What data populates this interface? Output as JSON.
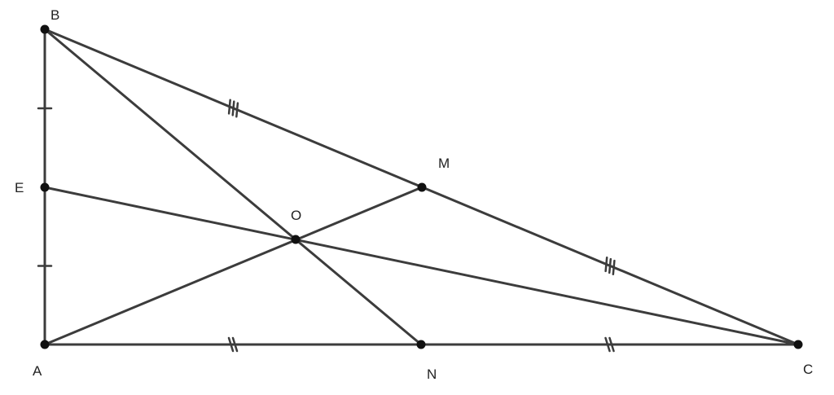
{
  "points": [
    {
      "id": "A",
      "label": "A"
    },
    {
      "id": "B",
      "label": "B"
    },
    {
      "id": "C",
      "label": "C"
    },
    {
      "id": "M",
      "label": "M"
    },
    {
      "id": "N",
      "label": "N"
    },
    {
      "id": "E",
      "label": "E"
    },
    {
      "id": "O",
      "label": "O"
    }
  ],
  "segments": [
    {
      "from": "A",
      "to": "B"
    },
    {
      "from": "A",
      "to": "C"
    },
    {
      "from": "B",
      "to": "C"
    },
    {
      "from": "B",
      "to": "N"
    },
    {
      "from": "A",
      "to": "M"
    },
    {
      "from": "E",
      "to": "C"
    }
  ],
  "equal_marks": [
    {
      "segment": [
        "B",
        "E"
      ],
      "ticks": 1
    },
    {
      "segment": [
        "E",
        "A"
      ],
      "ticks": 1
    },
    {
      "segment": [
        "A",
        "N"
      ],
      "ticks": 2
    },
    {
      "segment": [
        "N",
        "C"
      ],
      "ticks": 2
    },
    {
      "segment": [
        "B",
        "M"
      ],
      "ticks": 3
    },
    {
      "segment": [
        "M",
        "C"
      ],
      "ticks": 3
    }
  ],
  "colors": {
    "line": "#3c3c3c",
    "point": "#111111",
    "label": "#222222"
  }
}
